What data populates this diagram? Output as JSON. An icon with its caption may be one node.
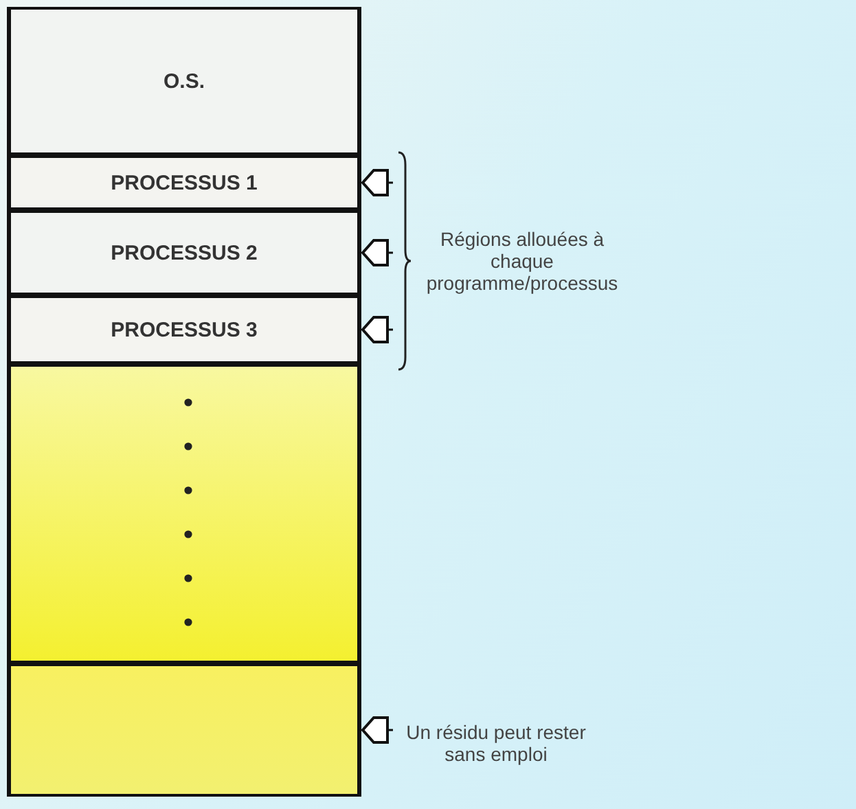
{
  "diagram": {
    "nodes": [
      {
        "text": [
          "O.S."
        ]
      },
      {
        "text": [
          "PROCESSUS 1"
        ]
      },
      {
        "text": [
          "PROCESSUS 2"
        ]
      },
      {
        "text": [
          "PROCESSUS 3"
        ]
      },
      {
        "text": [],
        "shape": "box"
      },
      {
        "text": [],
        "shape": "box"
      },
      {
        "text": [
          "Régions allouées à chaque programme/processus"
        ]
      },
      {
        "text": [
          "Un résidu peut rester sans emploi"
        ]
      }
    ],
    "edges": [
      {
        "from": 6,
        "to": 1,
        "arrow": "to"
      },
      {
        "from": 6,
        "to": 2,
        "arrow": "to"
      },
      {
        "from": 6,
        "to": 3,
        "arrow": "to"
      },
      {
        "from": 7,
        "to": 5,
        "arrow": "to"
      }
    ]
  }
}
